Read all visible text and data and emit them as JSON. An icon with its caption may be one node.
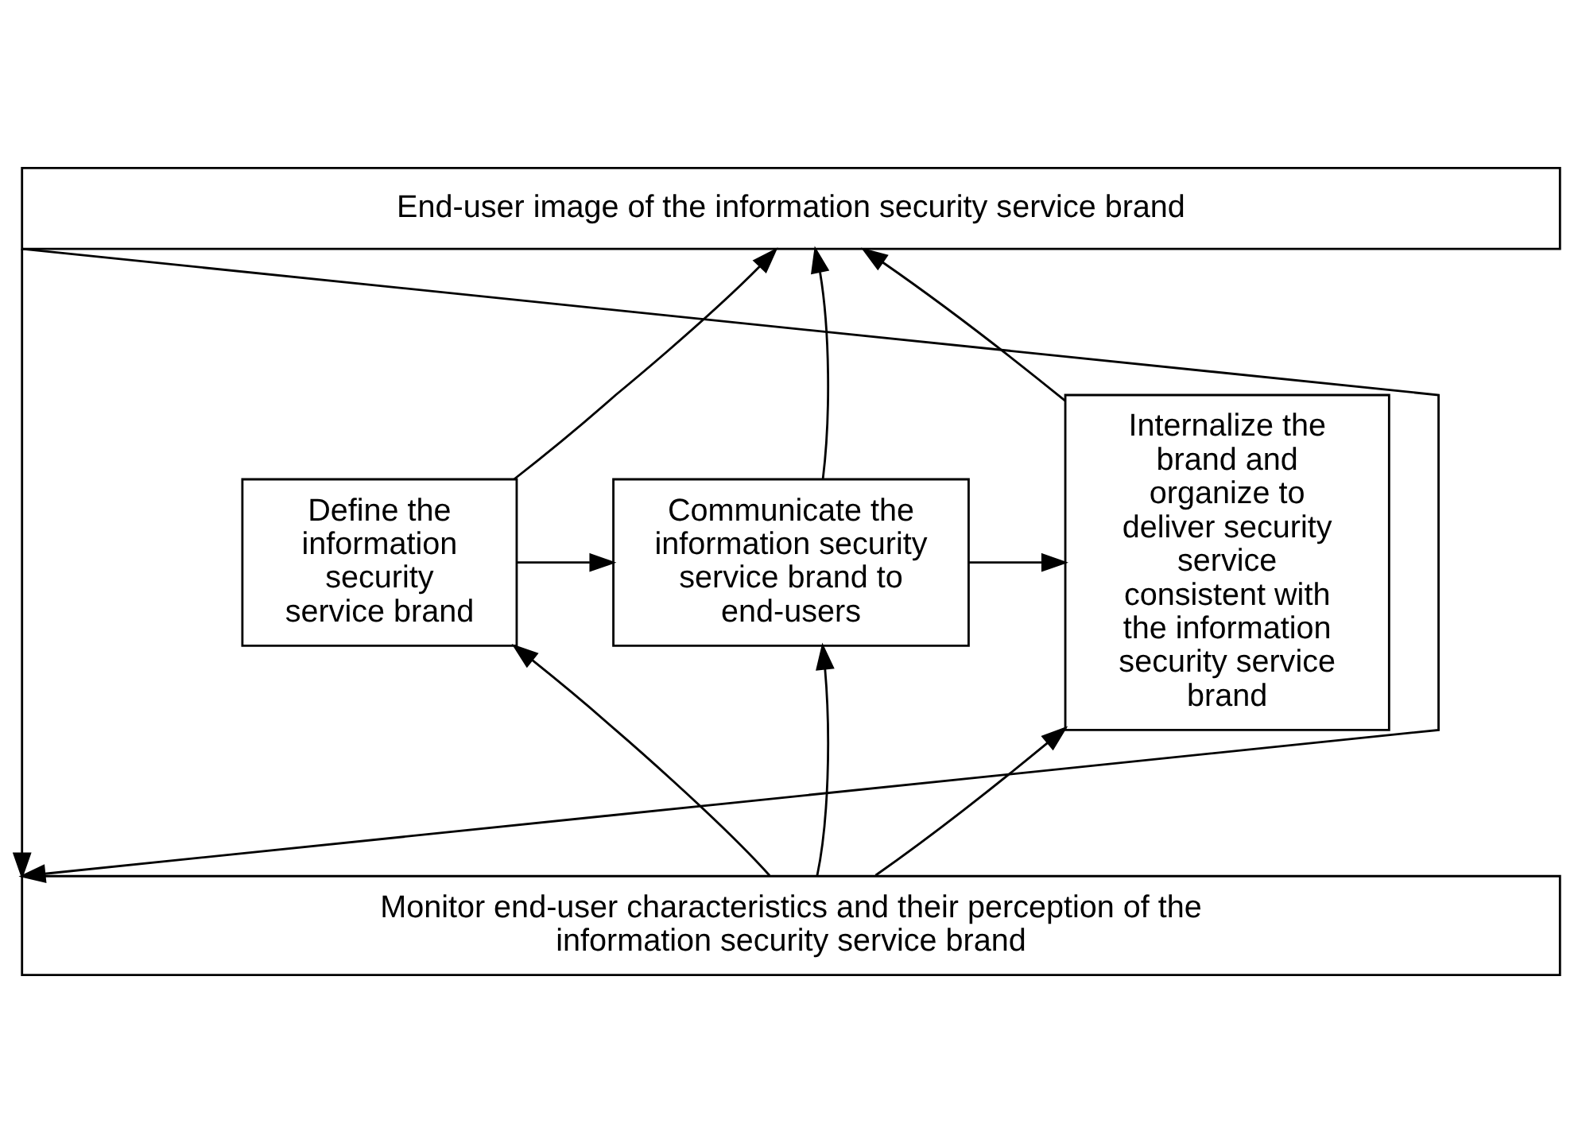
{
  "diagram": {
    "nodes": [
      {
        "text": [
          "End-user image of the information security service brand"
        ]
      },
      {
        "text": [
          "Define the information security service brand"
        ]
      },
      {
        "text": [
          "Communicate the information security service brand to end-users"
        ]
      },
      {
        "text": [
          "Internalize the brand and organize to deliver security service consistent with the information security service brand"
        ]
      },
      {
        "text": [
          "Monitor end-user characteristics and their perception of the information security service brand"
        ]
      }
    ],
    "edges": [
      {
        "from": 1,
        "to": 0,
        "arrow": "to"
      },
      {
        "from": 2,
        "to": 0,
        "arrow": "to"
      },
      {
        "from": 3,
        "to": 0,
        "arrow": "to"
      },
      {
        "from": 1,
        "to": 2,
        "arrow": "to"
      },
      {
        "from": 2,
        "to": 3,
        "arrow": "to"
      },
      {
        "from": 4,
        "to": 1,
        "arrow": "to"
      },
      {
        "from": 4,
        "to": 2,
        "arrow": "to"
      },
      {
        "from": 4,
        "to": 3,
        "arrow": "to"
      },
      {
        "from": 0,
        "to": 4,
        "arrow": "to"
      },
      {
        "from": 0,
        "to": 4,
        "arrow": "to"
      }
    ]
  }
}
